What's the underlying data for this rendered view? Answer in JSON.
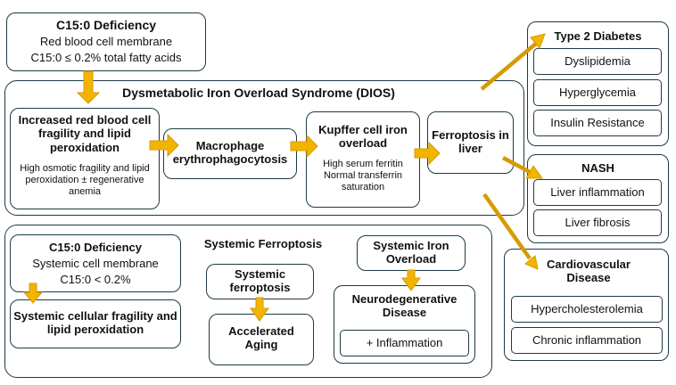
{
  "top_deficiency": {
    "title": "C15:0 Deficiency",
    "line1": "Red blood cell membrane",
    "line2": "C15:0 ≤ 0.2% total fatty acids"
  },
  "dios": {
    "title": "Dysmetabolic Iron Overload Syndrome (DIOS)",
    "fragility": {
      "title": "Increased red blood cell fragility and lipid peroxidation",
      "desc": "High osmotic fragility and lipid peroxidation ± regenerative anemia"
    },
    "macrophage": "Macrophage erythrophagocytosis",
    "kupffer": {
      "title": "Kupffer cell iron overload",
      "desc": "High serum ferritin Normal transferrin saturation"
    },
    "ferroptosis_liver": "Ferroptosis in liver"
  },
  "t2d": {
    "title": "Type 2 Diabetes",
    "items": [
      "Dyslipidemia",
      "Hyperglycemia",
      "Insulin Resistance"
    ]
  },
  "nash": {
    "title": "NASH",
    "items": [
      "Liver inflammation",
      "Liver fibrosis"
    ]
  },
  "cvd": {
    "title": "Cardiovascular Disease",
    "items": [
      "Hypercholesterolemia",
      "Chronic inflammation"
    ]
  },
  "systemic": {
    "title": "Systemic Ferroptosis",
    "deficiency": {
      "title": "C15:0 Deficiency",
      "line1": "Systemic cell membrane",
      "line2": "C15:0 < 0.2%"
    },
    "fragility": "Systemic cellular fragility and lipid peroxidation",
    "ferroptosis": "Systemic ferroptosis",
    "aging": "Accelerated Aging",
    "iron": "Systemic Iron Overload",
    "neuro": {
      "title": "Neurodegenerative Disease",
      "item": "+ Inflammation"
    }
  },
  "colors": {
    "arrow_fill": "#f3b400",
    "arrow_stroke": "#d79a00",
    "border": "#1f3a44"
  }
}
